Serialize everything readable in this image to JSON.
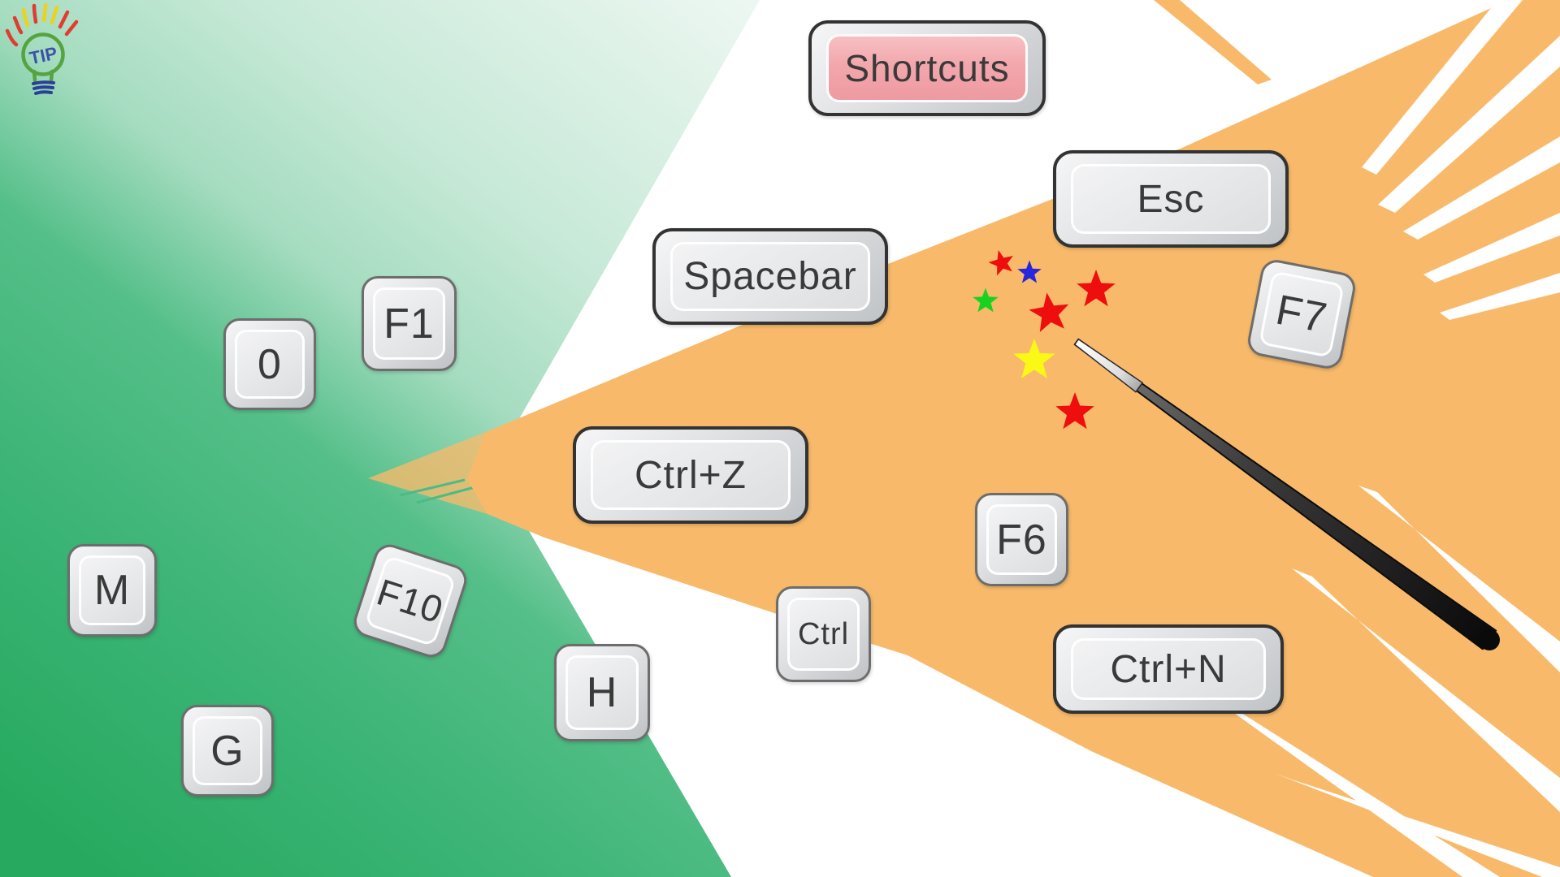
{
  "colors": {
    "background": "#ffffff",
    "green_dark": "#27aa60",
    "green_light": "#eef7f1",
    "orange": "#f8ba6a",
    "key_border_dark": "#333333",
    "key_border_gray": "#6d6d6d",
    "key_text": "#3a3a3a",
    "shortcuts_face_pink": "#f2a7ac",
    "wand_black": "#111111",
    "wand_silver": "#e9e9e9"
  },
  "tip_icon": {
    "label": "TIP",
    "bulb_outline": "#56a33f",
    "text_color": "#3c51a8",
    "coil_color": "#2b3f97",
    "ray_colors": [
      "#e23b30",
      "#e23b30",
      "#f0d01e",
      "#e23b30",
      "#f0d01e",
      "#f0d01e",
      "#e23b30",
      "#e23b30"
    ]
  },
  "keys": [
    {
      "id": "shortcuts",
      "label": "Shortcuts"
    },
    {
      "id": "esc",
      "label": "Esc"
    },
    {
      "id": "spacebar",
      "label": "Spacebar"
    },
    {
      "id": "f1",
      "label": "F1"
    },
    {
      "id": "zero",
      "label": "0"
    },
    {
      "id": "f7",
      "label": "F7"
    },
    {
      "id": "ctrl-z",
      "label": "Ctrl+Z"
    },
    {
      "id": "f6",
      "label": "F6"
    },
    {
      "id": "m",
      "label": "M"
    },
    {
      "id": "f10",
      "label": "F10"
    },
    {
      "id": "ctrl",
      "label": "Ctrl"
    },
    {
      "id": "ctrl-n",
      "label": "Ctrl+N"
    },
    {
      "id": "h",
      "label": "H"
    },
    {
      "id": "g",
      "label": "G"
    }
  ],
  "stars": [
    {
      "name": "small-red-star",
      "color": "#ee0e0e"
    },
    {
      "name": "blue-star",
      "color": "#2626dd"
    },
    {
      "name": "green-star",
      "color": "#17d31f"
    },
    {
      "name": "mid-red-star",
      "color": "#ee0e0e"
    },
    {
      "name": "right-red-star",
      "color": "#ee0e0e"
    },
    {
      "name": "yellow-star",
      "color": "#f9f915"
    },
    {
      "name": "bottom-red-star",
      "color": "#ee0e0e"
    }
  ]
}
